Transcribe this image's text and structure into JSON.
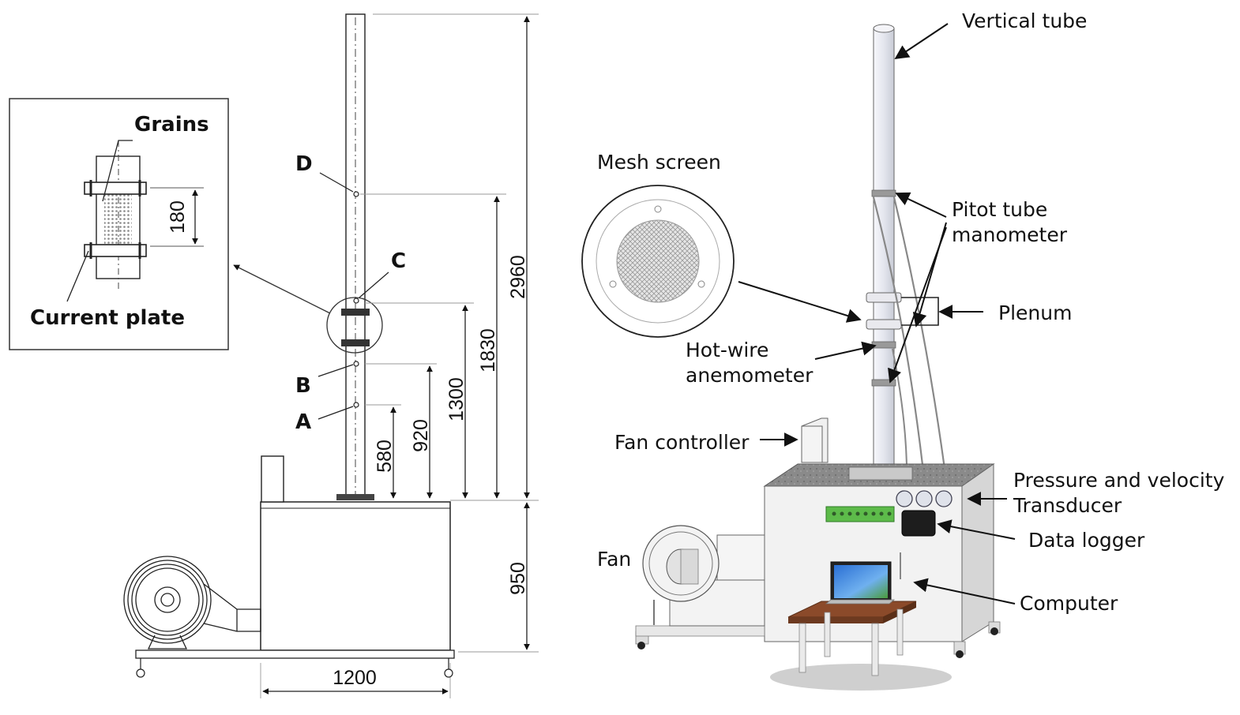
{
  "schematic": {
    "inset": {
      "grains": "Grains",
      "current_plate": "Current plate",
      "dim_180": "180"
    },
    "points": {
      "a": "A",
      "b": "B",
      "c": "C",
      "d": "D"
    },
    "dimensions": {
      "d580": "580",
      "d920": "920",
      "d1300": "1300",
      "d1830": "1830",
      "d2960": "2960",
      "d950": "950",
      "d1200": "1200"
    }
  },
  "rendering": {
    "labels": {
      "vertical_tube": "Vertical tube",
      "mesh_screen": "Mesh screen",
      "pitot_line1": "Pitot tube",
      "pitot_line2": "manometer",
      "plenum": "Plenum",
      "hotwire_line1": "Hot-wire",
      "hotwire_line2": "anemometer",
      "fan_controller": "Fan controller",
      "pressure_line1": "Pressure and velocity",
      "pressure_line2": "Transducer",
      "data_logger": "Data logger",
      "fan": "Fan",
      "computer": "Computer"
    }
  }
}
